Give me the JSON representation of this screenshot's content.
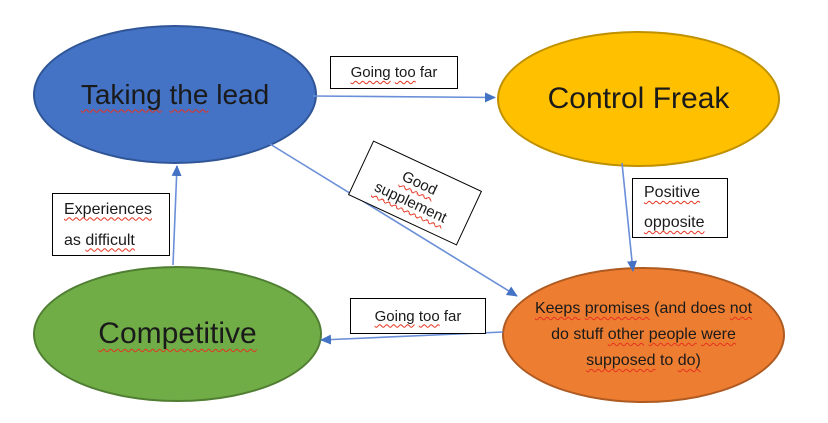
{
  "colors": {
    "arrow_head": "#4472C4",
    "arrow_line": "#6A8FD8",
    "spellcheck_red": "#E5321F",
    "box_fill": "#FFFFFF",
    "box_border": "#000000",
    "text": "#1A1A1A"
  },
  "nodes": {
    "taking_lead": {
      "fill": "#4472C4",
      "border": "#2F5597",
      "text": "Taking the lead",
      "lines": [
        [
          {
            "t": "Taking",
            "sp": true
          },
          {
            "t": "the",
            "sp": true
          },
          {
            "t": "lead",
            "sp": false
          }
        ]
      ]
    },
    "control_freak": {
      "fill": "#FFC000",
      "border": "#BF9000",
      "text": "Control Freak",
      "lines": [
        [
          {
            "t": "Control",
            "sp": false
          },
          {
            "t": "Freak",
            "sp": false
          }
        ]
      ]
    },
    "competitive": {
      "fill": "#70AD47",
      "border": "#507E32",
      "text": "Competitive",
      "lines": [
        [
          {
            "t": "Competitive",
            "sp": true
          }
        ]
      ]
    },
    "keeps_promises": {
      "fill": "#ED7D31",
      "border": "#AE5A21",
      "text": "Keeps promises (and does not do stuff other people were supposed to do)",
      "lines": [
        [
          {
            "t": "Keeps",
            "sp": true
          },
          {
            "t": "promises",
            "sp": true
          },
          {
            "t": "(and",
            "sp": false
          },
          {
            "t": "does",
            "sp": false
          },
          {
            "t": "not",
            "sp": true
          }
        ],
        [
          {
            "t": "do",
            "sp": false
          },
          {
            "t": "stuff",
            "sp": false
          },
          {
            "t": "other",
            "sp": true
          },
          {
            "t": "people",
            "sp": true
          },
          {
            "t": "were",
            "sp": true
          }
        ],
        [
          {
            "t": "supposed",
            "sp": true
          },
          {
            "t": "to",
            "sp": false
          },
          {
            "t": "do)",
            "sp": true
          }
        ]
      ]
    }
  },
  "labels": {
    "going_too_far_top": {
      "text": "Going too far",
      "lines": [
        [
          {
            "t": "Going",
            "sp": true
          },
          {
            "t": "too",
            "sp": true
          },
          {
            "t": "far",
            "sp": false
          }
        ]
      ]
    },
    "good_supplement": {
      "text": "Good supplement",
      "lines": [
        [
          {
            "t": "Good",
            "sp": true
          }
        ],
        [
          {
            "t": "supplement",
            "sp": true
          }
        ]
      ]
    },
    "positive_opposite": {
      "text": "Positive opposite",
      "lines": [
        [
          {
            "t": "Positive",
            "sp": true
          }
        ],
        [
          {
            "t": "opposite",
            "sp": true
          }
        ]
      ]
    },
    "experiences_difficult": {
      "text": "Experiences as difficult",
      "lines": [
        [
          {
            "t": "Experiences",
            "sp": true
          }
        ],
        [
          {
            "t": "as",
            "sp": false
          },
          {
            "t": "difficult",
            "sp": true
          }
        ]
      ]
    },
    "going_too_far_bottom": {
      "text": "Going too far",
      "lines": [
        [
          {
            "t": "Going",
            "sp": true
          },
          {
            "t": "too",
            "sp": true
          },
          {
            "t": "far",
            "sp": false
          }
        ]
      ]
    }
  }
}
